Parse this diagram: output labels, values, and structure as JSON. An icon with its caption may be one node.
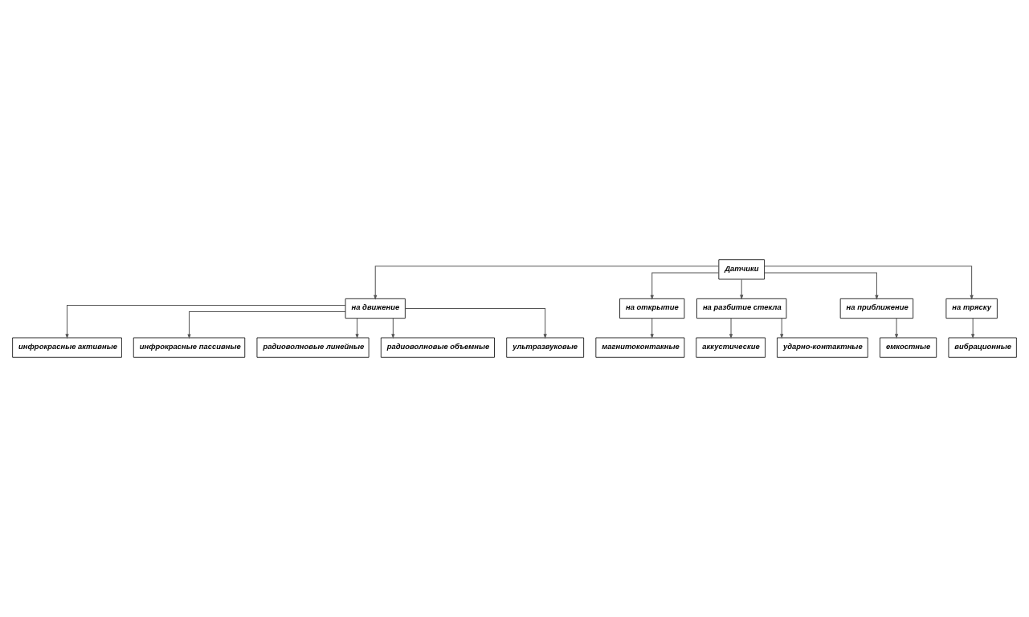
{
  "diagram": {
    "nodes": [
      {
        "text": [
          "Датчики"
        ]
      },
      {
        "text": [
          "на движение"
        ]
      },
      {
        "text": [
          "на открытие"
        ]
      },
      {
        "text": [
          "на разбитие стекла"
        ]
      },
      {
        "text": [
          "на приближение"
        ]
      },
      {
        "text": [
          "на тряску"
        ]
      },
      {
        "text": [
          "инфрокрасные активные"
        ]
      },
      {
        "text": [
          "инфрокрасные пассивные"
        ]
      },
      {
        "text": [
          "радиоволновые линейные"
        ]
      },
      {
        "text": [
          "радиоволновые объемные"
        ]
      },
      {
        "text": [
          "ультразвуковые"
        ]
      },
      {
        "text": [
          "магнитоконтакные"
        ]
      },
      {
        "text": [
          "аккустические"
        ]
      },
      {
        "text": [
          "ударно-контактные"
        ]
      },
      {
        "text": [
          "емкостные"
        ]
      },
      {
        "text": [
          "вибрационные"
        ]
      }
    ],
    "edges": [
      {
        "from": 0,
        "to": 1,
        "arrow": "to"
      },
      {
        "from": 0,
        "to": 2,
        "arrow": "to"
      },
      {
        "from": 0,
        "to": 3,
        "arrow": "to"
      },
      {
        "from": 0,
        "to": 4,
        "arrow": "to"
      },
      {
        "from": 0,
        "to": 5,
        "arrow": "to"
      },
      {
        "from": 1,
        "to": 6,
        "arrow": "to"
      },
      {
        "from": 1,
        "to": 7,
        "arrow": "to"
      },
      {
        "from": 1,
        "to": 8,
        "arrow": "to"
      },
      {
        "from": 1,
        "to": 9,
        "arrow": "to"
      },
      {
        "from": 1,
        "to": 10,
        "arrow": "to"
      },
      {
        "from": 2,
        "to": 11,
        "arrow": "to"
      },
      {
        "from": 3,
        "to": 12,
        "arrow": "to"
      },
      {
        "from": 3,
        "to": 13,
        "arrow": "to"
      },
      {
        "from": 4,
        "to": 14,
        "arrow": "to"
      },
      {
        "from": 5,
        "to": 15,
        "arrow": "to"
      }
    ]
  }
}
